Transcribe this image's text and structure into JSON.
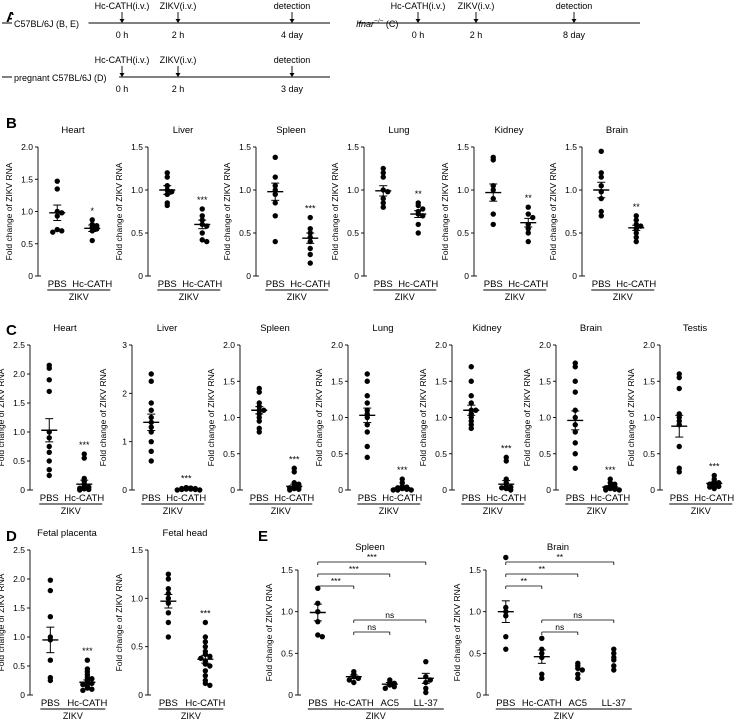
{
  "panels": {
    "A": "A",
    "B": "B",
    "C": "C",
    "D": "D",
    "E": "E"
  },
  "timelines": [
    {
      "strain": "C57BL/6J (B, E)",
      "italic": false,
      "steps": [
        "Hc-CATH(i.v.)",
        "ZIKV(i.v.)",
        "detection"
      ],
      "times": [
        "0 h",
        "2 h",
        "4 day"
      ]
    },
    {
      "strain": "Ifnar",
      "sup": "−/−",
      "suffix": " (C)",
      "italic": true,
      "steps": [
        "Hc-CATH(i.v.)",
        "ZIKV(i.v.)",
        "detection"
      ],
      "times": [
        "0 h",
        "2 h",
        "8 day"
      ]
    },
    {
      "strain": "pregnant C57BL/6J (D)",
      "italic": false,
      "steps": [
        "Hc-CATH(i.v.)",
        "ZIKV(i.v.)",
        "detection"
      ],
      "times": [
        "0 h",
        "2 h",
        "3 day"
      ]
    }
  ],
  "common": {
    "ylabel": "Fold change of ZIKV RNA",
    "group_label": "ZIKV"
  },
  "chart_data": [
    {
      "type": "scatter",
      "panel": "B",
      "title": "Heart",
      "categories": [
        "PBS",
        "Hc-CATH"
      ],
      "ylim": [
        0,
        2.0
      ],
      "yticks": [
        "0",
        "0.5",
        "1.0",
        "1.5",
        "2.0"
      ],
      "tickvals": [
        0,
        0.5,
        1.0,
        1.5,
        2.0
      ],
      "series": [
        {
          "values": [
            1.47,
            1.35,
            1.0,
            0.98,
            0.93,
            0.72,
            0.7,
            0.68
          ]
        },
        {
          "values": [
            0.87,
            0.8,
            0.78,
            0.76,
            0.73,
            0.7,
            0.55
          ]
        }
      ],
      "means": [
        0.98,
        0.74
      ],
      "sems": [
        0.12,
        0.05
      ],
      "significance": "*"
    },
    {
      "type": "scatter",
      "panel": "B",
      "title": "Liver",
      "categories": [
        "PBS",
        "Hc-CATH"
      ],
      "ylim": [
        0,
        1.5
      ],
      "yticks": [
        "0",
        "0.5",
        "1.0",
        "1.5"
      ],
      "tickvals": [
        0,
        0.5,
        1.0,
        1.5
      ],
      "series": [
        {
          "values": [
            1.2,
            1.15,
            1.05,
            1.0,
            0.98,
            0.95,
            0.85,
            0.82
          ]
        },
        {
          "values": [
            0.78,
            0.7,
            0.65,
            0.6,
            0.58,
            0.5,
            0.42,
            0.4
          ]
        }
      ],
      "means": [
        1.0,
        0.6
      ],
      "sems": [
        0.05,
        0.05
      ],
      "significance": "***"
    },
    {
      "type": "scatter",
      "panel": "B",
      "title": "Spleen",
      "categories": [
        "PBS",
        "Hc-CATH"
      ],
      "ylim": [
        0,
        1.5
      ],
      "yticks": [
        "0",
        "0.5",
        "1.0",
        "1.5"
      ],
      "tickvals": [
        0,
        0.5,
        1.0,
        1.5
      ],
      "series": [
        {
          "values": [
            1.38,
            1.15,
            1.05,
            1.0,
            0.95,
            0.85,
            0.7,
            0.4
          ]
        },
        {
          "values": [
            0.68,
            0.55,
            0.5,
            0.45,
            0.4,
            0.32,
            0.25,
            0.15
          ]
        }
      ],
      "means": [
        0.98,
        0.44
      ],
      "sems": [
        0.1,
        0.06
      ],
      "significance": "***"
    },
    {
      "type": "scatter",
      "panel": "B",
      "title": "Lung",
      "categories": [
        "PBS",
        "Hc-CATH"
      ],
      "ylim": [
        0,
        1.5
      ],
      "yticks": [
        "0",
        "0.5",
        "1.0",
        "1.5"
      ],
      "tickvals": [
        0,
        0.5,
        1.0,
        1.5
      ],
      "series": [
        {
          "values": [
            1.25,
            1.2,
            1.15,
            1.0,
            0.98,
            0.9,
            0.85,
            0.8
          ]
        },
        {
          "values": [
            0.85,
            0.82,
            0.78,
            0.75,
            0.72,
            0.7,
            0.6,
            0.5
          ]
        }
      ],
      "means": [
        0.99,
        0.72
      ],
      "sems": [
        0.06,
        0.04
      ],
      "significance": "**"
    },
    {
      "type": "scatter",
      "panel": "B",
      "title": "Kidney",
      "categories": [
        "PBS",
        "Hc-CATH"
      ],
      "ylim": [
        0,
        1.5
      ],
      "yticks": [
        "0",
        "0.5",
        "1.0",
        "1.5"
      ],
      "tickvals": [
        0,
        0.5,
        1.0,
        1.5
      ],
      "series": [
        {
          "values": [
            1.38,
            1.35,
            1.05,
            1.0,
            0.9,
            0.72,
            0.6
          ]
        },
        {
          "values": [
            0.8,
            0.72,
            0.68,
            0.6,
            0.55,
            0.5,
            0.4
          ]
        }
      ],
      "means": [
        0.97,
        0.62
      ],
      "sems": [
        0.1,
        0.05
      ],
      "significance": "**"
    },
    {
      "type": "scatter",
      "panel": "B",
      "title": "Brain",
      "categories": [
        "PBS",
        "Hc-CATH"
      ],
      "ylim": [
        0,
        1.5
      ],
      "yticks": [
        "0",
        "0.5",
        "1.0",
        "1.5"
      ],
      "tickvals": [
        0,
        0.5,
        1.0,
        1.5
      ],
      "series": [
        {
          "values": [
            1.45,
            1.2,
            1.15,
            1.05,
            0.98,
            0.9,
            0.75,
            0.7
          ]
        },
        {
          "values": [
            0.7,
            0.65,
            0.6,
            0.58,
            0.55,
            0.5,
            0.45,
            0.4
          ]
        }
      ],
      "means": [
        1.0,
        0.56
      ],
      "sems": [
        0.09,
        0.03
      ],
      "significance": "**"
    },
    {
      "type": "scatter",
      "panel": "C",
      "title": "Heart",
      "categories": [
        "PBS",
        "Hc-CATH"
      ],
      "ylim": [
        0,
        2.5
      ],
      "yticks": [
        "0",
        "0.5",
        "1.0",
        "1.5",
        "2.0",
        "2.5"
      ],
      "tickvals": [
        0,
        0.5,
        1.0,
        1.5,
        2.0,
        2.5
      ],
      "series": [
        {
          "values": [
            2.15,
            2.1,
            1.9,
            1.7,
            1.0,
            0.9,
            0.75,
            0.65,
            0.5,
            0.35,
            0.25
          ]
        },
        {
          "values": [
            0.62,
            0.55,
            0.2,
            0.15,
            0.1,
            0.06,
            0.05,
            0.03,
            0.02,
            0.01,
            0.0
          ]
        }
      ],
      "means": [
        1.03,
        0.1
      ],
      "sems": [
        0.2,
        0.07
      ],
      "significance": "***"
    },
    {
      "type": "scatter",
      "panel": "C",
      "title": "Liver",
      "categories": [
        "PBS",
        "Hc-CATH"
      ],
      "ylim": [
        0,
        3
      ],
      "yticks": [
        "0",
        "1",
        "2",
        "3"
      ],
      "tickvals": [
        0,
        1,
        2,
        3
      ],
      "series": [
        {
          "values": [
            2.4,
            2.25,
            1.8,
            1.65,
            1.5,
            1.4,
            1.3,
            1.2,
            1.0,
            0.8,
            0.6
          ]
        },
        {
          "values": [
            0.05,
            0.04,
            0.03,
            0.03,
            0.02,
            0.02,
            0.01,
            0.01,
            0.0,
            0.0
          ]
        }
      ],
      "means": [
        1.4,
        0.02
      ],
      "sems": [
        0.17,
        0.01
      ],
      "significance": "***"
    },
    {
      "type": "scatter",
      "panel": "C",
      "title": "Spleen",
      "categories": [
        "PBS",
        "Hc-CATH"
      ],
      "ylim": [
        0,
        2.0
      ],
      "yticks": [
        "0",
        "0.5",
        "1.0",
        "1.5",
        "2.0"
      ],
      "tickvals": [
        0,
        0.5,
        1.0,
        1.5,
        2.0
      ],
      "series": [
        {
          "values": [
            1.4,
            1.35,
            1.2,
            1.15,
            1.1,
            1.1,
            1.05,
            1.0,
            0.95,
            0.85,
            0.8
          ]
        },
        {
          "values": [
            0.3,
            0.25,
            0.1,
            0.08,
            0.05,
            0.04,
            0.03,
            0.02,
            0.01,
            0.0
          ]
        }
      ],
      "means": [
        1.1,
        0.05
      ],
      "sems": [
        0.05,
        0.03
      ],
      "significance": "***"
    },
    {
      "type": "scatter",
      "panel": "C",
      "title": "Lung",
      "categories": [
        "PBS",
        "Hc-CATH"
      ],
      "ylim": [
        0,
        2.0
      ],
      "yticks": [
        "0",
        "0.5",
        "1.0",
        "1.5",
        "2.0"
      ],
      "tickvals": [
        0,
        0.5,
        1.0,
        1.5,
        2.0
      ],
      "series": [
        {
          "values": [
            1.6,
            1.5,
            1.3,
            1.2,
            1.1,
            1.05,
            1.0,
            0.9,
            0.8,
            0.6,
            0.45
          ]
        },
        {
          "values": [
            0.15,
            0.1,
            0.05,
            0.04,
            0.03,
            0.02,
            0.01,
            0.0,
            0.0,
            0.0
          ]
        }
      ],
      "means": [
        1.03,
        0.03
      ],
      "sems": [
        0.1,
        0.02
      ],
      "significance": "***"
    },
    {
      "type": "scatter",
      "panel": "C",
      "title": "Kidney",
      "categories": [
        "PBS",
        "Hc-CATH"
      ],
      "ylim": [
        0,
        2.0
      ],
      "yticks": [
        "0",
        "0.5",
        "1.0",
        "1.5",
        "2.0"
      ],
      "tickvals": [
        0,
        0.5,
        1.0,
        1.5,
        2.0
      ],
      "series": [
        {
          "values": [
            1.7,
            1.5,
            1.3,
            1.2,
            1.1,
            1.1,
            1.05,
            1.0,
            0.95,
            0.9,
            0.85
          ]
        },
        {
          "values": [
            0.45,
            0.4,
            0.15,
            0.1,
            0.05,
            0.04,
            0.03,
            0.02,
            0.0
          ]
        }
      ],
      "means": [
        1.1,
        0.08
      ],
      "sems": [
        0.07,
        0.05
      ],
      "significance": "***"
    },
    {
      "type": "scatter",
      "panel": "C",
      "title": "Brain",
      "categories": [
        "PBS",
        "Hc-CATH"
      ],
      "ylim": [
        0,
        2.0
      ],
      "yticks": [
        "0",
        "0.5",
        "1.0",
        "1.5",
        "2.0"
      ],
      "tickvals": [
        0,
        0.5,
        1.0,
        1.5,
        2.0
      ],
      "series": [
        {
          "values": [
            1.75,
            1.7,
            1.5,
            1.35,
            1.1,
            1.0,
            0.9,
            0.8,
            0.65,
            0.5,
            0.3
          ]
        },
        {
          "values": [
            0.15,
            0.1,
            0.08,
            0.05,
            0.04,
            0.03,
            0.02,
            0.01,
            0.0,
            0.0
          ]
        }
      ],
      "means": [
        0.96,
        0.04
      ],
      "sems": [
        0.13,
        0.02
      ],
      "significance": "***"
    },
    {
      "type": "scatter",
      "panel": "C",
      "title": "Testis",
      "categories": [
        "PBS",
        "Hc-CATH"
      ],
      "ylim": [
        0,
        2.0
      ],
      "yticks": [
        "0",
        "0.5",
        "1.0",
        "1.5",
        "2.0"
      ],
      "tickvals": [
        0,
        0.5,
        1.0,
        1.5,
        2.0
      ],
      "series": [
        {
          "values": [
            1.6,
            1.55,
            1.4,
            1.05,
            1.0,
            0.95,
            0.9,
            0.6,
            0.3,
            0.25
          ]
        },
        {
          "values": [
            0.2,
            0.15,
            0.12,
            0.1,
            0.08,
            0.06,
            0.05,
            0.04,
            0.02
          ]
        }
      ],
      "means": [
        0.88,
        0.09
      ],
      "sems": [
        0.15,
        0.02
      ],
      "significance": "***"
    },
    {
      "type": "scatter",
      "panel": "D",
      "title": "Fetal placenta",
      "categories": [
        "PBS",
        "Hc-CATH"
      ],
      "ylim": [
        0,
        2.5
      ],
      "yticks": [
        "0",
        "0.5",
        "1.0",
        "1.5",
        "2.0",
        "2.5"
      ],
      "tickvals": [
        0,
        0.5,
        1.0,
        1.5,
        2.0,
        2.5
      ],
      "series": [
        {
          "values": [
            1.98,
            1.8,
            1.35,
            1.0,
            0.95,
            0.6,
            0.3,
            0.25
          ]
        },
        {
          "values": [
            0.6,
            0.45,
            0.4,
            0.35,
            0.3,
            0.28,
            0.25,
            0.22,
            0.2,
            0.18,
            0.15,
            0.12,
            0.1,
            0.08
          ]
        }
      ],
      "means": [
        0.95,
        0.22
      ],
      "sems": [
        0.22,
        0.04
      ],
      "significance": "***"
    },
    {
      "type": "scatter",
      "panel": "D",
      "title": "Fetal head",
      "categories": [
        "PBS",
        "Hc-CATH"
      ],
      "ylim": [
        0,
        1.5
      ],
      "yticks": [
        "0",
        "0.5",
        "1.0",
        "1.5"
      ],
      "tickvals": [
        0,
        0.5,
        1.0,
        1.5
      ],
      "series": [
        {
          "values": [
            1.25,
            1.2,
            1.1,
            1.05,
            1.0,
            0.95,
            0.85,
            0.75,
            0.6
          ]
        },
        {
          "values": [
            0.75,
            0.6,
            0.55,
            0.5,
            0.45,
            0.42,
            0.4,
            0.38,
            0.35,
            0.32,
            0.3,
            0.25,
            0.2,
            0.15,
            0.12,
            0.1
          ]
        }
      ],
      "means": [
        0.97,
        0.37
      ],
      "sems": [
        0.07,
        0.04
      ],
      "significance": "***"
    },
    {
      "type": "scatter",
      "panel": "E",
      "title": "Spleen",
      "categories": [
        "PBS",
        "Hc-CATH",
        "AC5",
        "LL-37"
      ],
      "ylim": [
        0,
        1.5
      ],
      "yticks": [
        "0",
        "0.5",
        "1.0",
        "1.5"
      ],
      "tickvals": [
        0,
        0.5,
        1.0,
        1.5
      ],
      "series": [
        {
          "values": [
            1.28,
            1.1,
            1.0,
            0.88,
            0.72,
            0.7
          ]
        },
        {
          "values": [
            0.28,
            0.25,
            0.22,
            0.2,
            0.18,
            0.15
          ]
        },
        {
          "values": [
            0.18,
            0.15,
            0.14,
            0.12,
            0.1,
            0.08
          ]
        },
        {
          "values": [
            0.4,
            0.22,
            0.18,
            0.15,
            0.08,
            0.03
          ]
        }
      ],
      "means": [
        0.99,
        0.22,
        0.13,
        0.2
      ],
      "sems": [
        0.1,
        0.02,
        0.02,
        0.06
      ],
      "comparisons": [
        {
          "from": 0,
          "to": 1,
          "label": "***"
        },
        {
          "from": 0,
          "to": 2,
          "label": "***"
        },
        {
          "from": 0,
          "to": 3,
          "label": "***"
        },
        {
          "from": 1,
          "to": 2,
          "label": "ns"
        },
        {
          "from": 1,
          "to": 3,
          "label": "ns"
        }
      ]
    },
    {
      "type": "scatter",
      "panel": "E",
      "title": "Brain",
      "categories": [
        "PBS",
        "Hc-CATH",
        "AC5",
        "LL-37"
      ],
      "ylim": [
        0,
        1.5
      ],
      "yticks": [
        "0",
        "0.5",
        "1.0",
        "1.5"
      ],
      "tickvals": [
        0,
        0.5,
        1.0,
        1.5
      ],
      "series": [
        {
          "values": [
            1.65,
            1.05,
            1.0,
            0.95,
            0.7,
            0.55
          ]
        },
        {
          "values": [
            0.68,
            0.55,
            0.5,
            0.45,
            0.25,
            0.2
          ]
        },
        {
          "values": [
            0.38,
            0.32,
            0.3,
            0.25,
            0.2,
            0.35
          ]
        },
        {
          "values": [
            0.55,
            0.5,
            0.45,
            0.42,
            0.35,
            0.3
          ]
        }
      ],
      "means": [
        1.0,
        0.46
      ],
      "sems": [
        0.13,
        0.08
      ],
      "comparisons": [
        {
          "from": 0,
          "to": 1,
          "label": "**"
        },
        {
          "from": 0,
          "to": 2,
          "label": "**"
        },
        {
          "from": 0,
          "to": 3,
          "label": "**"
        },
        {
          "from": 1,
          "to": 2,
          "label": "ns"
        },
        {
          "from": 1,
          "to": 3,
          "label": "ns"
        }
      ]
    }
  ]
}
